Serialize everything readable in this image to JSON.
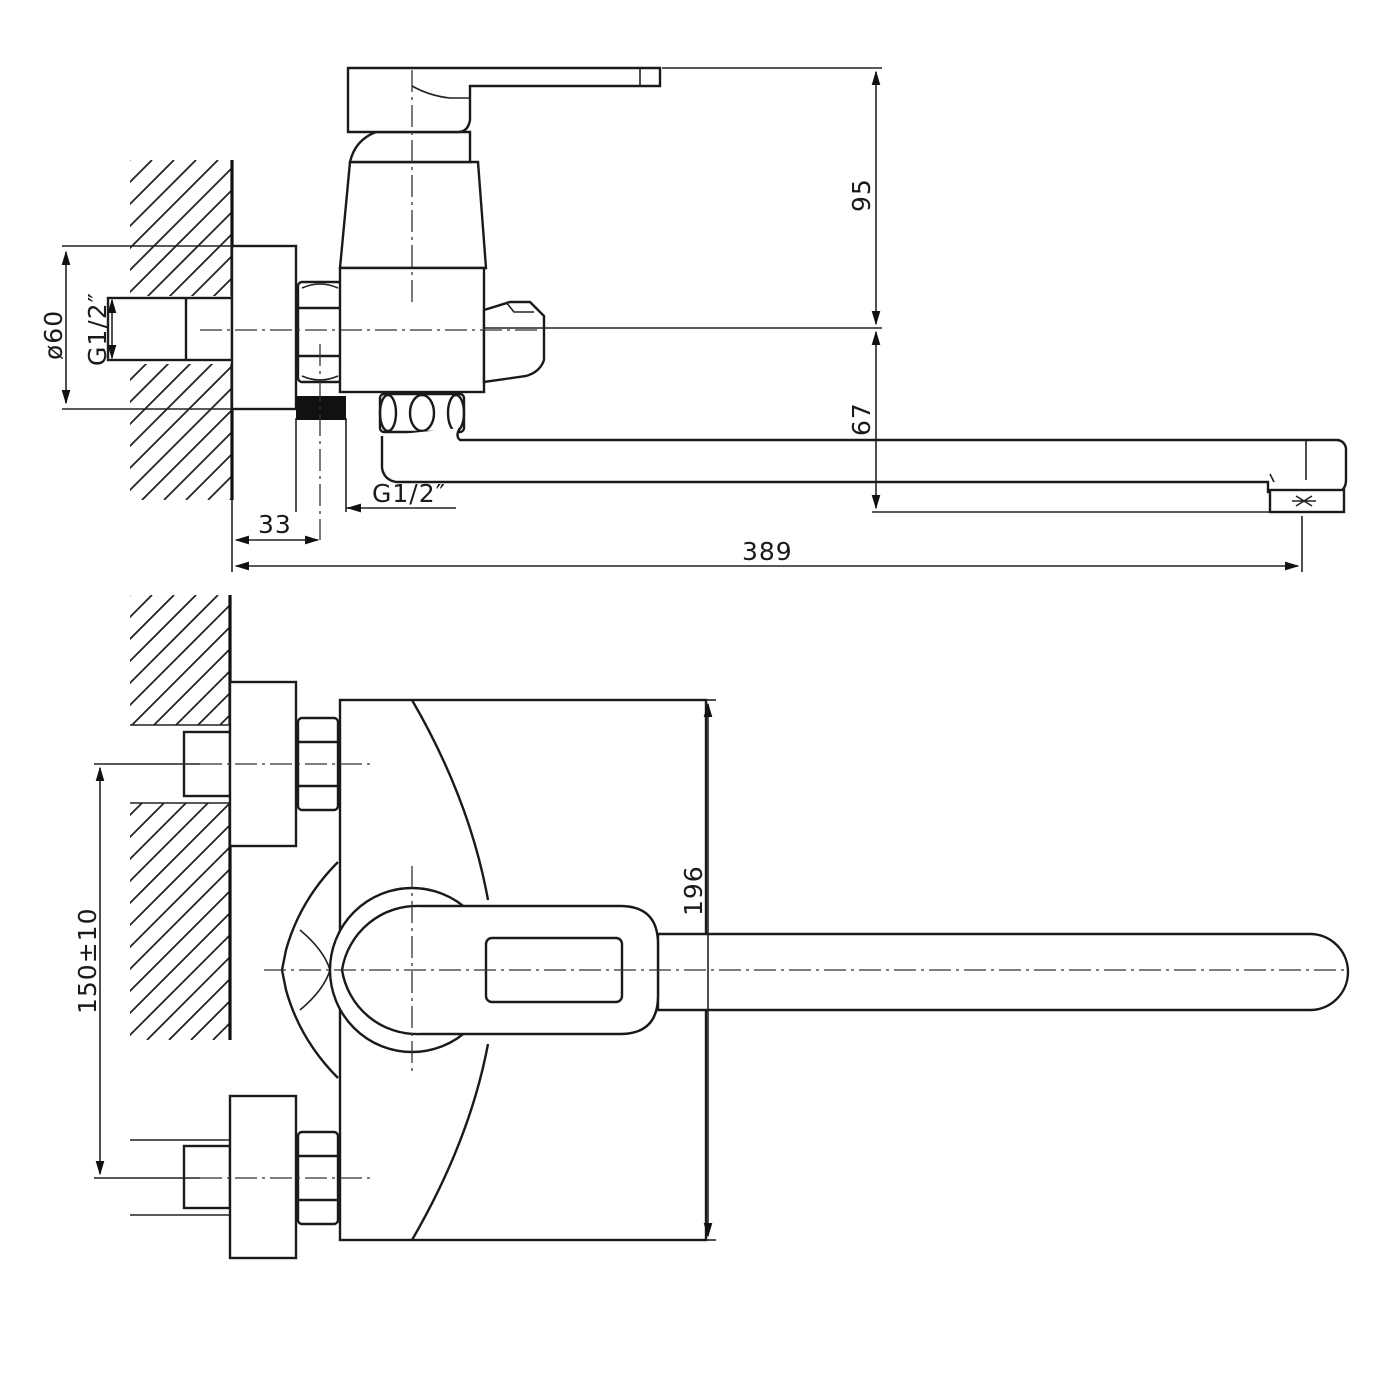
{
  "drawing": {
    "side_view": {
      "dimensions": {
        "diameter": "ø60",
        "inlet_thread": "G1/2″",
        "outlet_thread": "G1/2″",
        "offset": "33",
        "total_length": "389",
        "height_upper": "95",
        "height_lower": "67"
      }
    },
    "top_view": {
      "dimensions": {
        "inlet_spacing": "150±10",
        "body_length": "196"
      }
    }
  }
}
